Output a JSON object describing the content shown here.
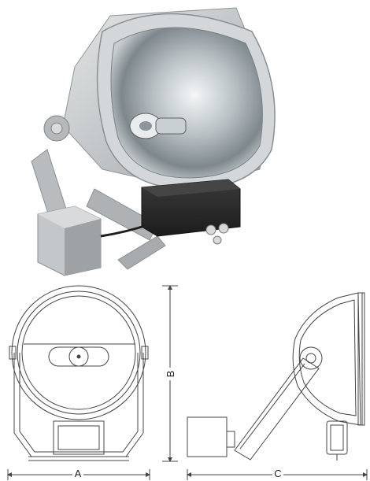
{
  "dimensions": {
    "a_label": "A",
    "b_label": "B",
    "c_label": "C"
  },
  "colors": {
    "housing": "#c9ccce",
    "reflector": "#9aa3a8",
    "driver_box": "#2b2b2b",
    "line": "#444444"
  }
}
